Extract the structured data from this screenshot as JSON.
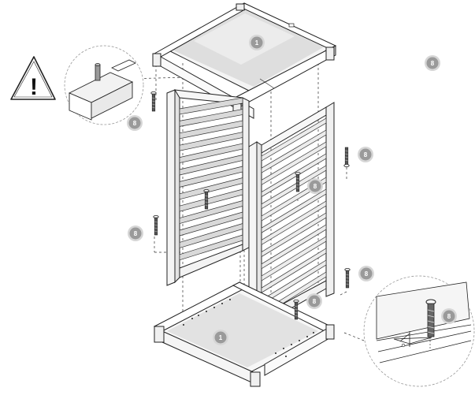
{
  "diagram": {
    "warning_symbol": "!",
    "part_labels": {
      "top_frame": "1",
      "bottom_frame": "1",
      "bolt_upper_left": "8",
      "bolt_lower_left": "8",
      "bolt_right_upper": "8",
      "bolt_right_middle": "8",
      "bolt_right_lower": "8",
      "bolt_center_lower": "8",
      "bolt_detail": "8",
      "loose": "8"
    },
    "icons": [
      "warning-triangle-icon",
      "bolt-icon",
      "dowel-icon"
    ],
    "colors": {
      "badge_fill": "#9a9a9a",
      "badge_ring": "#d6d6d6",
      "line": "#222222",
      "panel_shade": "#dcdcdc",
      "detail_circle": "#999999"
    }
  }
}
